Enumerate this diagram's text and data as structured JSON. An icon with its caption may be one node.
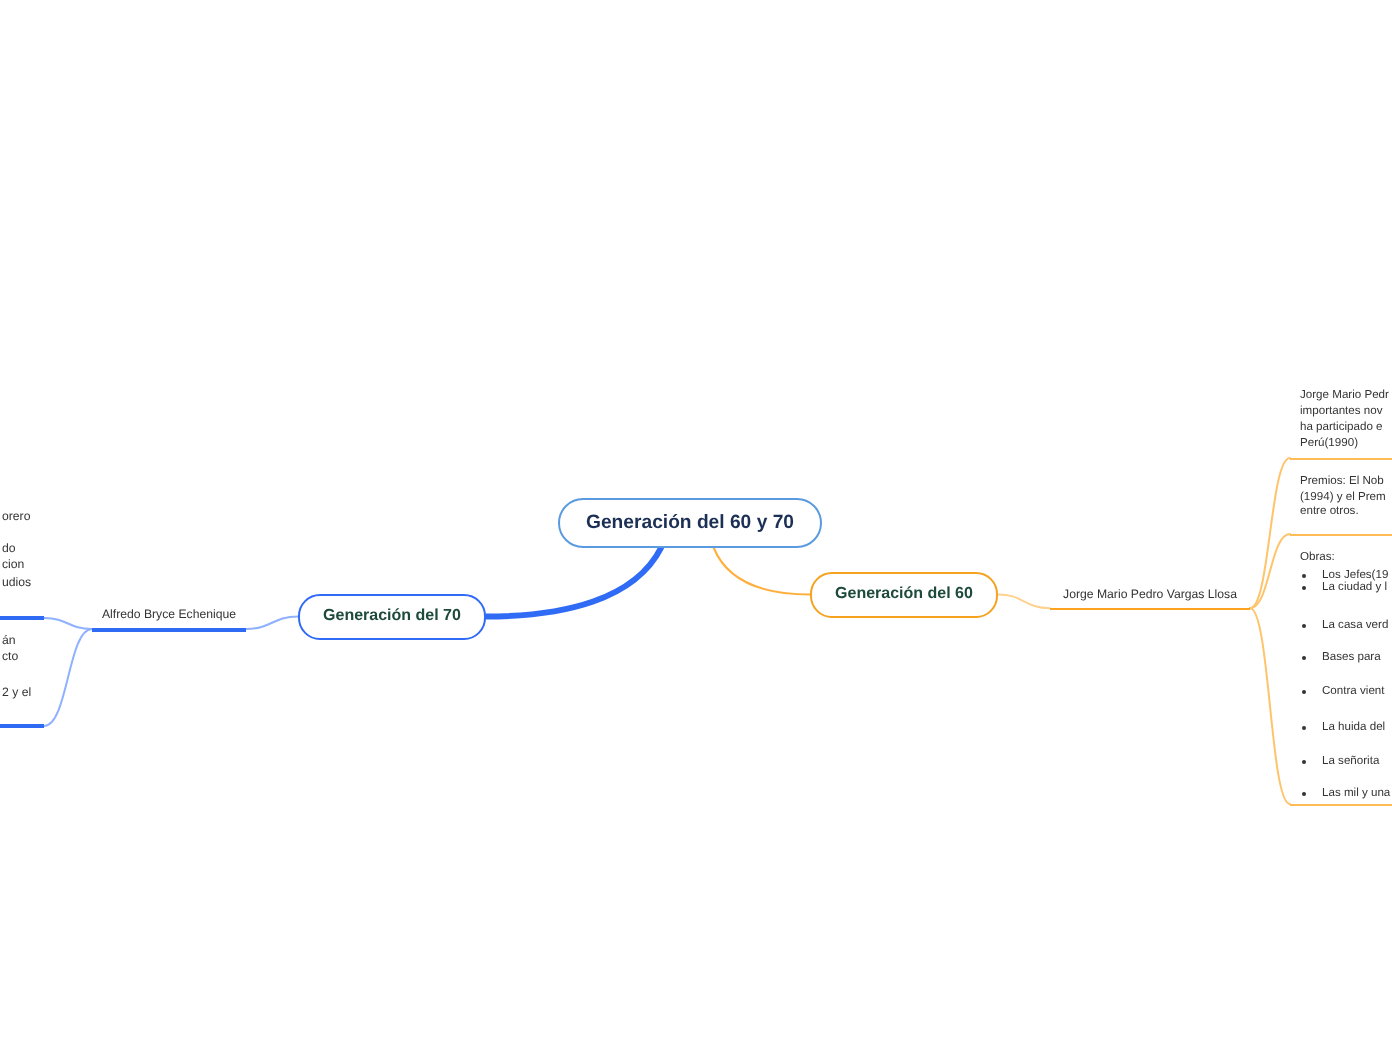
{
  "diagram": {
    "nodes": [
      {
        "text": [
          "Generación del 60 y 70"
        ]
      },
      {
        "text": [
          "Generación del 70"
        ]
      },
      {
        "text": [
          "Alfredo Bryce Echenique"
        ]
      },
      {
        "text": [
          "orero",
          "do cion udios"
        ]
      },
      {
        "text": [
          "án cto",
          "2 y el"
        ]
      },
      {
        "text": [
          "Generación del 60"
        ]
      },
      {
        "text": [
          "Jorge Mario Pedro Vargas Llosa"
        ]
      },
      {
        "text": [
          "Jorge Mario Pedr importantes nov ha participado e Perú(1990)"
        ]
      },
      {
        "text": [
          "Premios: El Nob (1994) y el Prem entre otros."
        ]
      },
      {
        "text": [
          "Obras:",
          "Los Jefes(19",
          "La ciudad y l",
          "La casa verd",
          "Bases para",
          "Contra vient",
          "La huida del",
          "La señorita",
          "Las mil y una"
        ]
      }
    ],
    "edges": [
      {
        "from": 0,
        "to": 1,
        "arrow": "none",
        "style": "thick",
        "color": "#2f6bf5"
      },
      {
        "from": 1,
        "to": 2,
        "arrow": "none",
        "color": "#8fb1ff"
      },
      {
        "from": 2,
        "to": 3,
        "arrow": "none",
        "color": "#8fb1ff"
      },
      {
        "from": 2,
        "to": 4,
        "arrow": "none",
        "color": "#8fb1ff"
      },
      {
        "from": 0,
        "to": 5,
        "arrow": "none",
        "color": "#ffae3a"
      },
      {
        "from": 5,
        "to": 6,
        "arrow": "none",
        "color": "#ffd28f"
      },
      {
        "from": 6,
        "to": 7,
        "arrow": "none",
        "color": "#ffc46b"
      },
      {
        "from": 6,
        "to": 8,
        "arrow": "none",
        "color": "#ffc46b"
      },
      {
        "from": 6,
        "to": 9,
        "arrow": "none",
        "color": "#ffc46b"
      }
    ]
  }
}
